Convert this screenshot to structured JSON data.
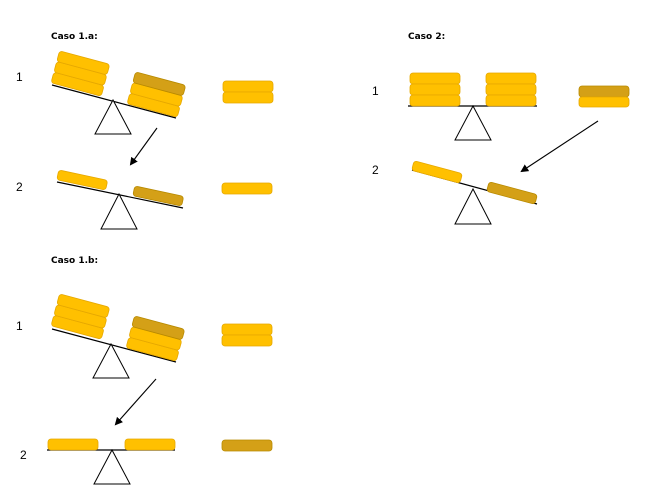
{
  "colors": {
    "coin": "#FFC000",
    "coin_stroke": "#E6A800",
    "coin_dark": "#D4A017",
    "coin_dark_stroke": "#B88A00",
    "line": "#000000"
  },
  "cases": [
    {
      "title": "Caso 1.a:",
      "steps": [
        "1",
        "2"
      ]
    },
    {
      "title": "Caso 2:",
      "steps": [
        "1",
        "2"
      ]
    },
    {
      "title": "Caso 1.b:",
      "steps": [
        "1",
        "2"
      ]
    }
  ]
}
